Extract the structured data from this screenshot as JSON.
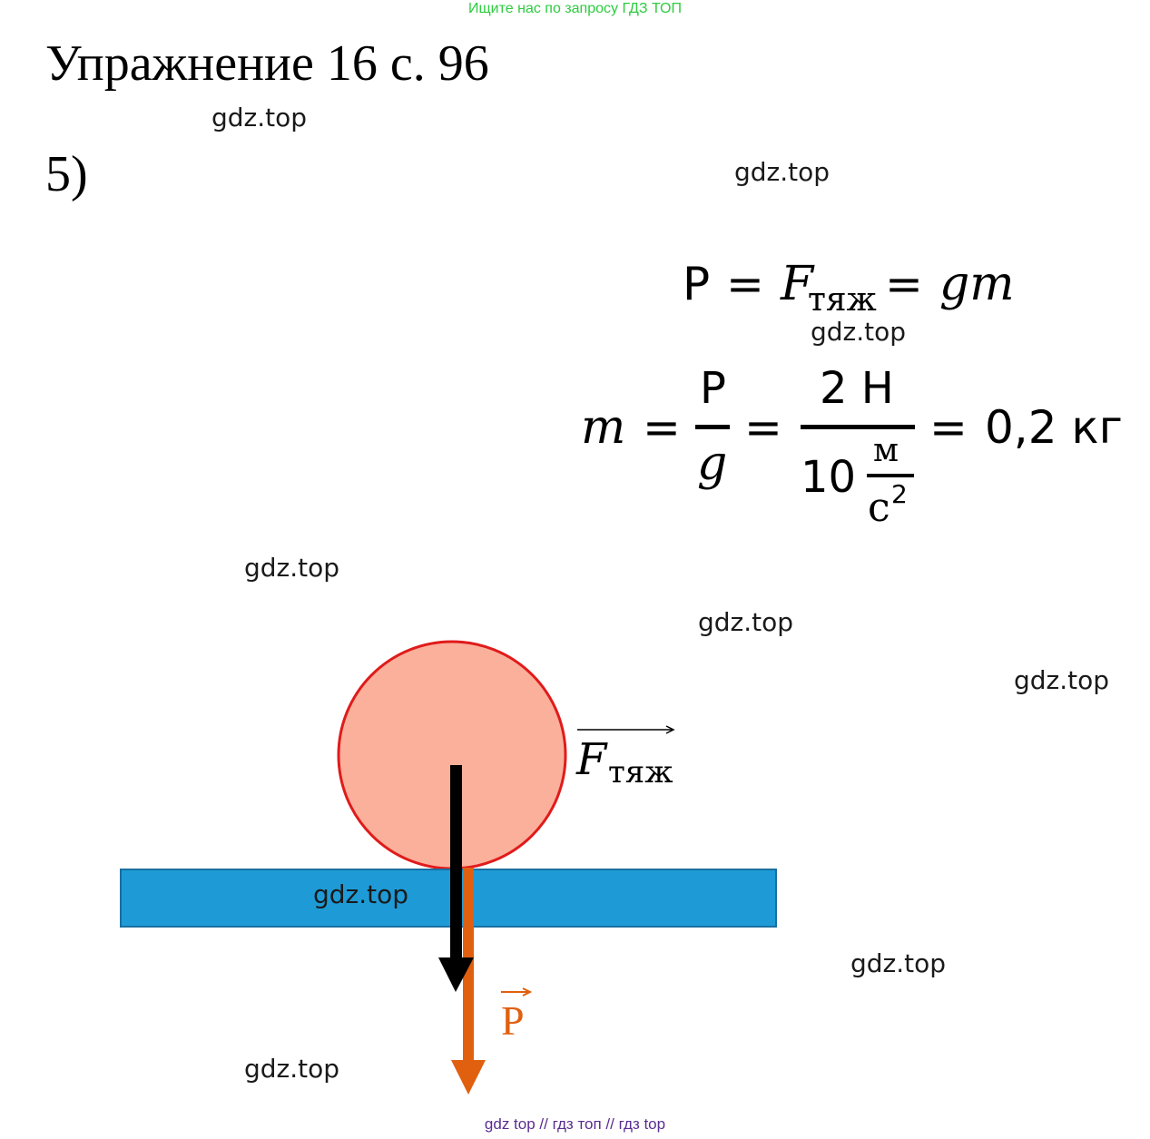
{
  "banner": "Ищите нас по запросу ГДЗ ТОП",
  "title": "Упражнение 16 с. 96",
  "part_label": "5)",
  "watermark": "gdz.top",
  "formula1": {
    "P": "P",
    "eq": "=",
    "F": "F",
    "F_sub": "тяж",
    "gm": "gm"
  },
  "formula2": {
    "m": "m",
    "eq": "=",
    "frac1_num": "P",
    "frac1_den": "g",
    "frac2_num": "2 H",
    "frac2_den_num": "10",
    "unit_num": "м",
    "unit_den": "с",
    "unit_pow": "2",
    "result": "0,2 кг"
  },
  "diagram": {
    "force_gravity_label": "F",
    "force_gravity_sub": "тяж",
    "weight_label": "P",
    "colors": {
      "ball_fill": "#fbb09b",
      "ball_stroke": "#e01b1b",
      "table": "#1e9bd7",
      "gravity_arrow": "#000000",
      "weight_arrow": "#e06010"
    }
  },
  "footer": "gdz top  //  гдз топ  //  гдз top"
}
